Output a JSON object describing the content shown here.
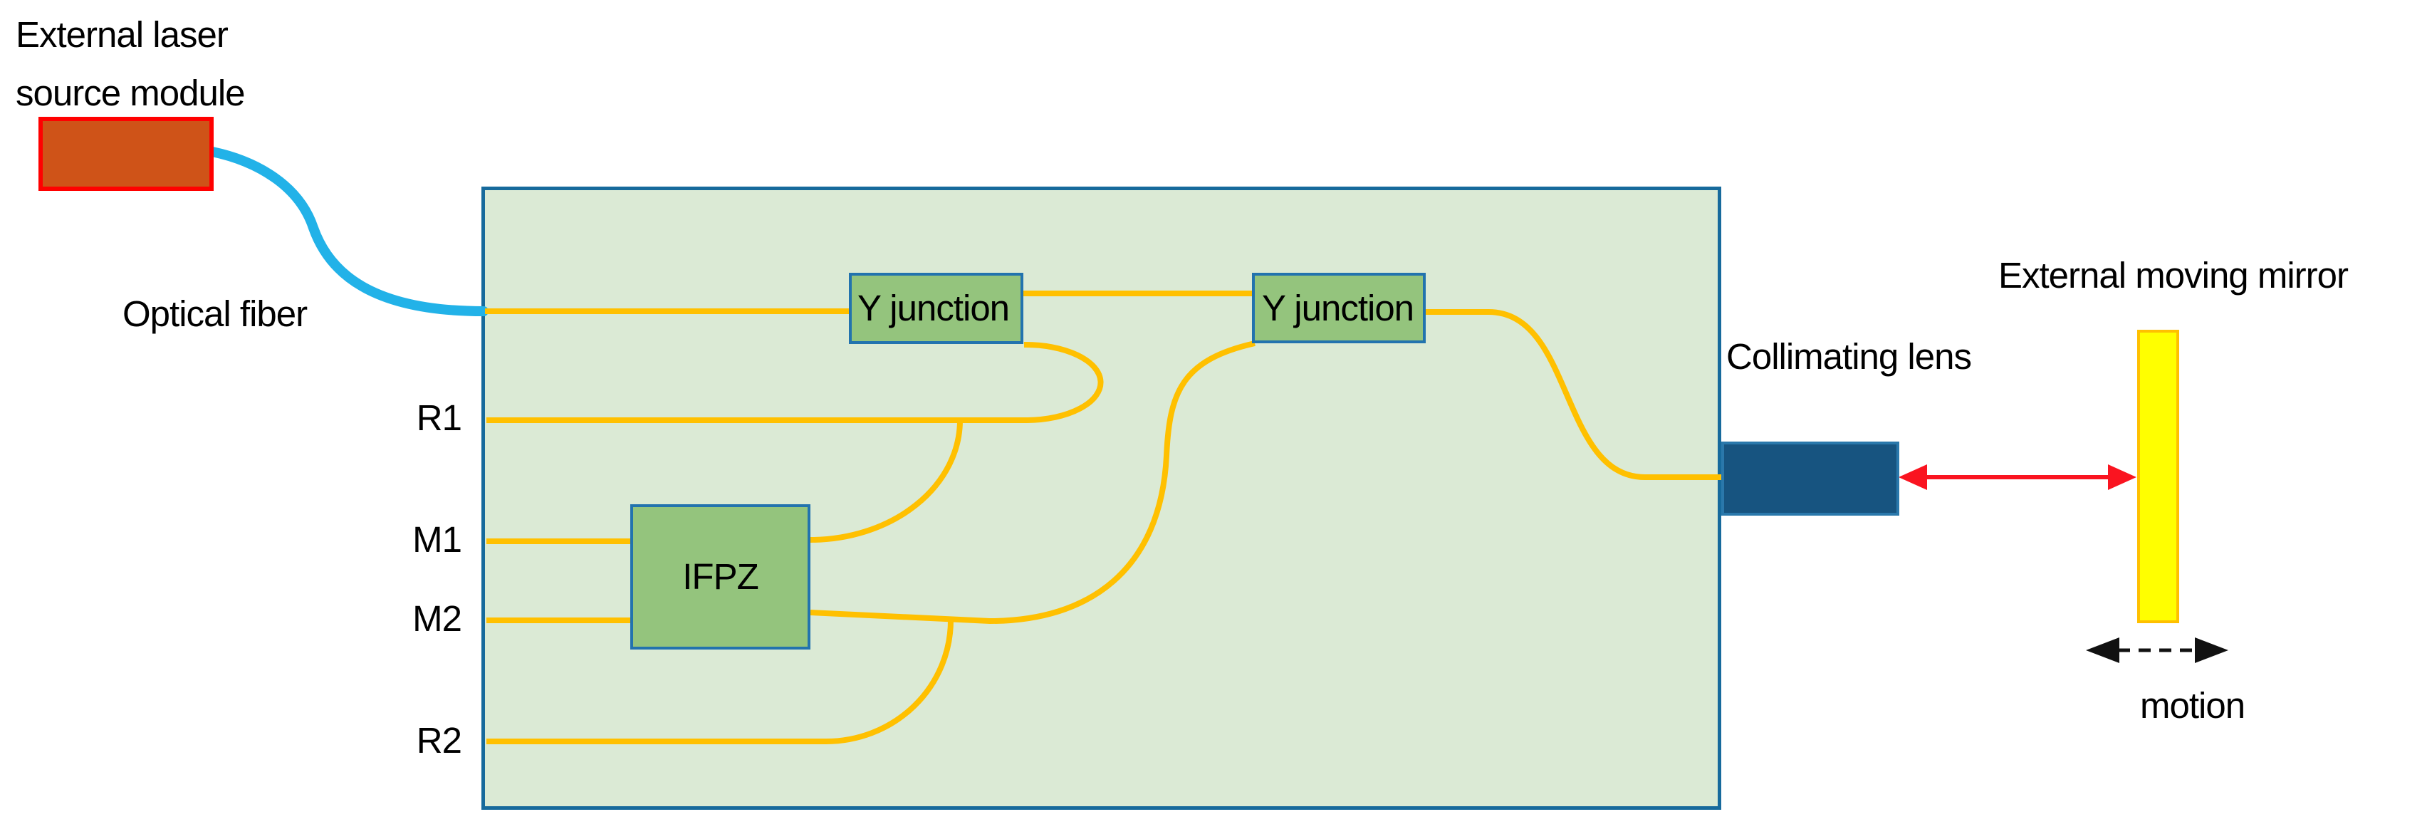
{
  "labels": {
    "laser_line1": "External laser",
    "laser_line2": "source module",
    "optical_fiber": "Optical fiber",
    "port_r1": "R1",
    "port_m1": "M1",
    "port_m2": "M2",
    "port_r2": "R2",
    "y_junction_1": "Y junction",
    "y_junction_2": "Y junction",
    "ifpz": "IFPZ",
    "collimating_lens": "Collimating lens",
    "moving_mirror": "External moving mirror",
    "motion": "motion"
  },
  "colors": {
    "waveguide": "#FFC000",
    "fiber": "#22B2E8",
    "chip-fill": "#DBEAD5",
    "chip-border": "#176A9C",
    "component-fill": "#94C47D",
    "component-border": "#2273AE",
    "laser-fill": "#CF5318",
    "laser-border": "#FF0000",
    "lens-fill": "#175480",
    "lens-border": "#2A78AB",
    "mirror-fill": "#FFFF00",
    "mirror-border": "#FFC000",
    "arrow-red": "#FA1420",
    "arrow-black": "#111111",
    "text": "#000000"
  }
}
